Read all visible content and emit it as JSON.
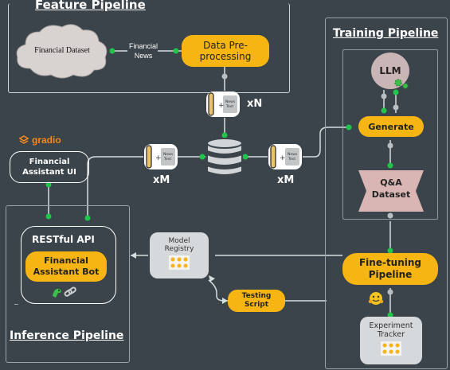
{
  "feature_pipeline": {
    "title": "Feature Pipeline",
    "cloud_label": "Financial Dataset",
    "edge_label_line1": "Financial",
    "edge_label_line2": "News",
    "preprocess_label": "Data Pre-processing"
  },
  "training_pipeline": {
    "title": "Training Pipeline",
    "llm_label": "LLM",
    "generate_label": "Generate",
    "qa_line1": "Q&A",
    "qa_line2": "Dataset",
    "finetune_line1": "Fine-tuning",
    "finetune_line2": "Pipeline",
    "tracker_line1": "Experiment",
    "tracker_line2": "Tracker"
  },
  "inference_pipeline": {
    "title": "Inference Pipeline",
    "api_label": "RESTful API",
    "bot_line1": "Financial",
    "bot_line2": "Assistant Bot"
  },
  "gradio": {
    "logo_text": "gradio",
    "ui_line1": "Financial",
    "ui_line2": "Assistant UI"
  },
  "model_registry": {
    "line1": "Model",
    "line2": "Registry"
  },
  "testing_script": {
    "line1": "Testing",
    "line2": "Script"
  },
  "doc_card": {
    "line1": "News",
    "line2": "Text",
    "plus": "+"
  },
  "multipliers": {
    "top": "xN",
    "left": "xM",
    "right": "xM"
  },
  "colors": {
    "background": "#3a444a",
    "accent": "#f7b513",
    "connector": "#1fc64a"
  },
  "icons": [
    "cloud-icon",
    "database-icon",
    "gear-icon",
    "hugging-face-icon",
    "parrot-icon",
    "chain-link-icon",
    "gradio-logo-icon"
  ]
}
